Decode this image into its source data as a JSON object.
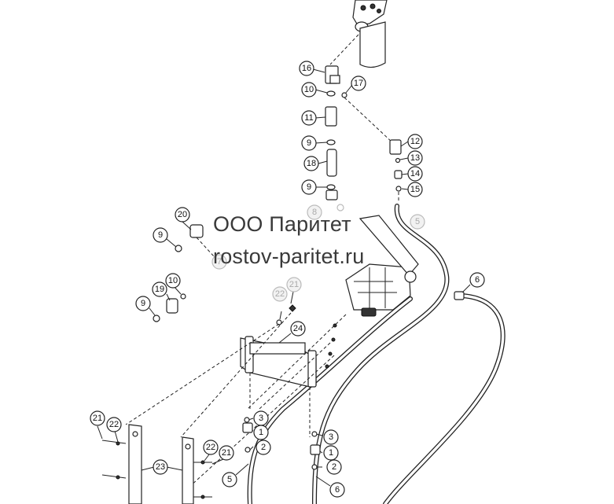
{
  "watermark": {
    "line1": "ООО Паритет",
    "line2": "rostov-paritet.ru"
  },
  "callouts": [
    {
      "id": "c16",
      "label": "16"
    },
    {
      "id": "c10a",
      "label": "10"
    },
    {
      "id": "c17",
      "label": "17"
    },
    {
      "id": "c11",
      "label": "11"
    },
    {
      "id": "c12",
      "label": "12"
    },
    {
      "id": "c9a",
      "label": "9"
    },
    {
      "id": "c13",
      "label": "13"
    },
    {
      "id": "c18",
      "label": "18"
    },
    {
      "id": "c14",
      "label": "14"
    },
    {
      "id": "c9b",
      "label": "9"
    },
    {
      "id": "c15",
      "label": "15"
    },
    {
      "id": "c8",
      "label": "8"
    },
    {
      "id": "c5a",
      "label": "5"
    },
    {
      "id": "c20",
      "label": "20"
    },
    {
      "id": "c9c",
      "label": "9"
    },
    {
      "id": "c7",
      "label": "7"
    },
    {
      "id": "c6a",
      "label": "6"
    },
    {
      "id": "c10b",
      "label": "10"
    },
    {
      "id": "c19",
      "label": "19"
    },
    {
      "id": "c9d",
      "label": "9"
    },
    {
      "id": "c22a",
      "label": "22"
    },
    {
      "id": "c21a",
      "label": "21"
    },
    {
      "id": "c24",
      "label": "24"
    },
    {
      "id": "c3a",
      "label": "3"
    },
    {
      "id": "c1a",
      "label": "1"
    },
    {
      "id": "c2a",
      "label": "2"
    },
    {
      "id": "c3b",
      "label": "3"
    },
    {
      "id": "c1b",
      "label": "1"
    },
    {
      "id": "c2b",
      "label": "2"
    },
    {
      "id": "c21b",
      "label": "21"
    },
    {
      "id": "c22b",
      "label": "22"
    },
    {
      "id": "c22c",
      "label": "22"
    },
    {
      "id": "c21c",
      "label": "21"
    },
    {
      "id": "c23",
      "label": "23"
    },
    {
      "id": "c5b",
      "label": "5"
    },
    {
      "id": "c6b",
      "label": "6"
    }
  ]
}
